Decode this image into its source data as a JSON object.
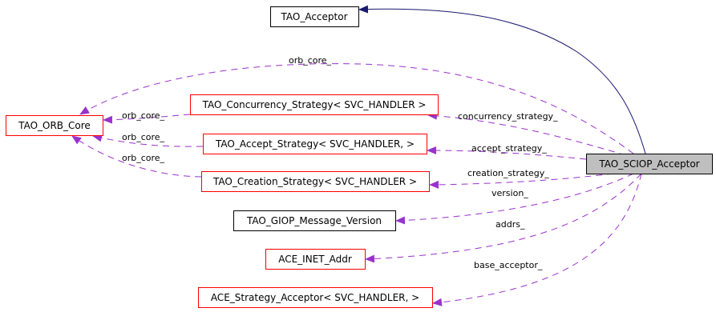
{
  "diagram": {
    "type": "collaboration-graph",
    "colors": {
      "inheritance_edge": "#191970",
      "usage_edge": "#9a32cd",
      "documented_class_border": "#000000",
      "undocumented_class_border": "#ff0000",
      "focus_node_fill": "#bfbfbf"
    },
    "nodes": [
      {
        "id": "tao_acceptor",
        "label": "TAO_Acceptor",
        "border": "black"
      },
      {
        "id": "tao_orb_core",
        "label": "TAO_ORB_Core",
        "border": "red"
      },
      {
        "id": "tao_concurrency_strategy",
        "label": "TAO_Concurrency_Strategy< SVC_HANDLER >",
        "border": "red"
      },
      {
        "id": "tao_accept_strategy",
        "label": "TAO_Accept_Strategy< SVC_HANDLER, >",
        "border": "red"
      },
      {
        "id": "tao_creation_strategy",
        "label": "TAO_Creation_Strategy< SVC_HANDLER >",
        "border": "red"
      },
      {
        "id": "tao_giop_message_version",
        "label": "TAO_GIOP_Message_Version",
        "border": "black"
      },
      {
        "id": "ace_inet_addr",
        "label": "ACE_INET_Addr",
        "border": "red"
      },
      {
        "id": "ace_strategy_acceptor",
        "label": "ACE_Strategy_Acceptor< SVC_HANDLER, >",
        "border": "red"
      },
      {
        "id": "tao_sciop_acceptor",
        "label": "TAO_SCIOP_Acceptor",
        "border": "black",
        "focus": true
      }
    ],
    "edges": [
      {
        "from": "tao_sciop_acceptor",
        "to": "tao_acceptor",
        "kind": "inheritance",
        "label": ""
      },
      {
        "from": "tao_sciop_acceptor",
        "to": "tao_orb_core",
        "kind": "usage",
        "label": "orb_core_"
      },
      {
        "from": "tao_concurrency_strategy",
        "to": "tao_orb_core",
        "kind": "usage",
        "label": "orb_core_"
      },
      {
        "from": "tao_accept_strategy",
        "to": "tao_orb_core",
        "kind": "usage",
        "label": "orb_core_"
      },
      {
        "from": "tao_creation_strategy",
        "to": "tao_orb_core",
        "kind": "usage",
        "label": "orb_core_"
      },
      {
        "from": "tao_sciop_acceptor",
        "to": "tao_concurrency_strategy",
        "kind": "usage",
        "label": "concurrency_strategy_"
      },
      {
        "from": "tao_sciop_acceptor",
        "to": "tao_accept_strategy",
        "kind": "usage",
        "label": "accept_strategy_"
      },
      {
        "from": "tao_sciop_acceptor",
        "to": "tao_creation_strategy",
        "kind": "usage",
        "label": "creation_strategy_"
      },
      {
        "from": "tao_sciop_acceptor",
        "to": "tao_giop_message_version",
        "kind": "usage",
        "label": "version_"
      },
      {
        "from": "tao_sciop_acceptor",
        "to": "ace_inet_addr",
        "kind": "usage",
        "label": "addrs_"
      },
      {
        "from": "tao_sciop_acceptor",
        "to": "ace_strategy_acceptor",
        "kind": "usage",
        "label": "base_acceptor_"
      }
    ]
  }
}
